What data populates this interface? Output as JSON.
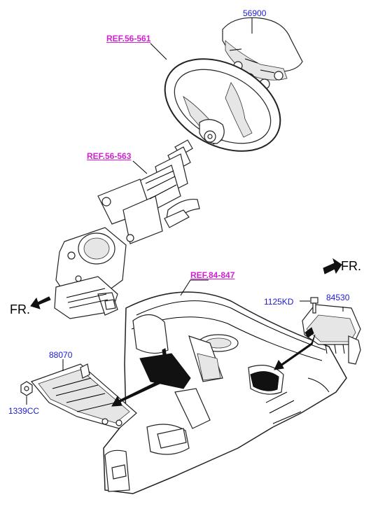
{
  "parts": {
    "airbag_driver": "56900",
    "passenger_airbag": "84530",
    "bolt": "1125KD",
    "knee_airbag": "88070",
    "nut": "1339CC"
  },
  "refs": {
    "steering_wheel": "REF.56-561",
    "steering_column": "REF.56-563",
    "crash_pad": "REF.84-847"
  },
  "directions": {
    "front_right": "FR.",
    "front_left": "FR."
  },
  "colors": {
    "part_label": "#1a1ad6",
    "ref_label": "#d21fd2",
    "line": "#000000"
  }
}
